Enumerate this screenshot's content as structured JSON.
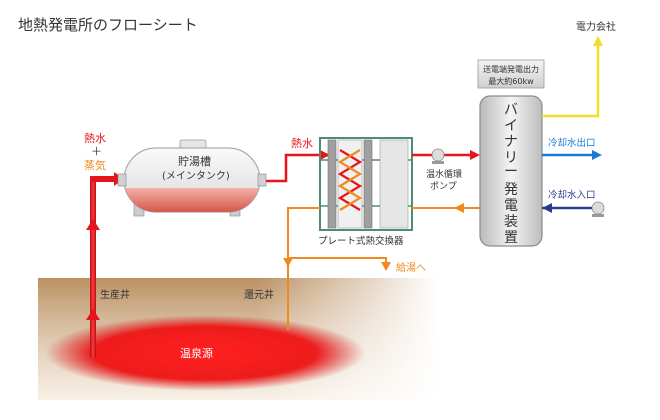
{
  "title": "地熱発電所のフローシート",
  "labels": {
    "power_company": "電力会社",
    "output_line1": "送電端発電出力",
    "output_line2": "最大約60kw",
    "binary_device": [
      "バ",
      "イ",
      "ナ",
      "リ",
      "ー",
      "発",
      "電",
      "装",
      "置"
    ],
    "cooling_out": "冷却水出口",
    "cooling_in": "冷却水入口",
    "hot_water_steam": [
      "熱水",
      "＋",
      "蒸気"
    ],
    "tank_name": "貯湯槽",
    "tank_sub": "(メインタンク)",
    "hot_water_pipe": "熱水",
    "heat_exchanger": "プレート式熱交換器",
    "pump_line1": "温水循環",
    "pump_line2": "ポンプ",
    "supply": "給湯へ",
    "production_well": "生産井",
    "reinjection_well": "還元井",
    "hot_spring_source": "温泉源"
  },
  "colors": {
    "hot_red": "#e8141b",
    "warm_orange": "#ef8a1f",
    "cool_blue": "#1a7bd2",
    "inlet_navy": "#2a3c8c",
    "power_yellow": "#f0df2a",
    "frame_green": "#4b8f6d",
    "ground_brown": "#b38552"
  },
  "icons": [
    "arrow-up-icon",
    "arrow-right-icon",
    "arrow-left-icon",
    "arrow-down-icon",
    "pump-icon"
  ]
}
